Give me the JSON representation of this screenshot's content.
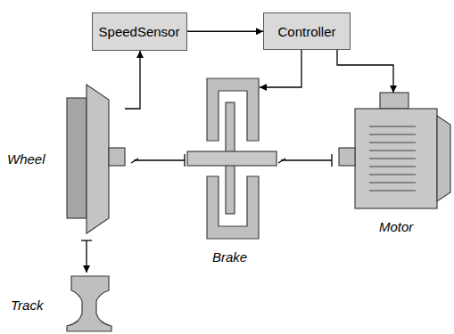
{
  "diagram": {
    "nodes": [
      {
        "text": [
          "SpeedSensor"
        ]
      },
      {
        "text": [
          "Controller"
        ]
      },
      {
        "text": [
          "Wheel"
        ]
      },
      {
        "text": [
          "Brake"
        ]
      },
      {
        "text": [
          "Motor"
        ]
      },
      {
        "text": [
          "Track"
        ]
      }
    ],
    "edges": [
      {
        "from": 2,
        "to": 0,
        "arrow": "to"
      },
      {
        "from": 0,
        "to": 1,
        "arrow": "to"
      },
      {
        "from": 1,
        "to": 3,
        "arrow": "to"
      },
      {
        "from": 1,
        "to": 4,
        "arrow": "to"
      },
      {
        "from": 2,
        "to": 3,
        "arrow": "none"
      },
      {
        "from": 3,
        "to": 4,
        "arrow": "none"
      },
      {
        "from": 2,
        "to": 5,
        "arrow": "to"
      }
    ]
  }
}
